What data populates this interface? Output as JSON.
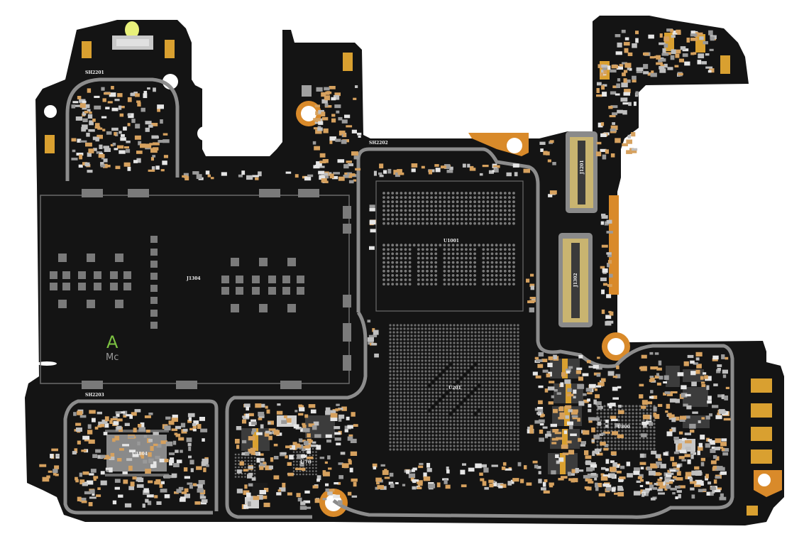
{
  "board": {
    "labels": {
      "sh2201": "SH2201",
      "sh2202": "SH2202",
      "sh2203": "SH2203",
      "j1304": "J1304",
      "u1001": "U1001",
      "u201": "U201",
      "u1804": "U1804",
      "u800": "U800",
      "u70": "U70",
      "j1201": "J1201",
      "j1302": "J1302"
    },
    "logo": {
      "mark": "A",
      "text": "Mc"
    }
  },
  "colors": {
    "board": "#141414",
    "shield_outline": "#8c8c8c",
    "copper": "#d98a2a",
    "component": "#d6a15e",
    "chip": "#3a3a3a",
    "pad": "#7a7a7a",
    "connector": "#c9b470",
    "led": "#e8f07a"
  }
}
